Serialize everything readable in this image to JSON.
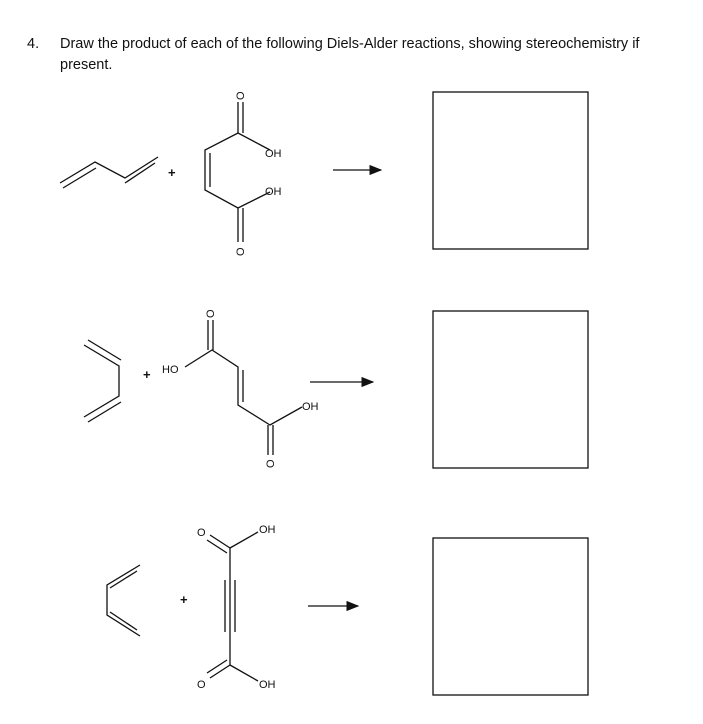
{
  "question": {
    "number": "4.",
    "text": "Draw the product of each of the following Diels-Alder reactions, showing stereochemistry if present."
  },
  "reactions": [
    {
      "plus": "+",
      "labels": {
        "oh_top": "OH",
        "oh_bottom": "OH",
        "o_top": "O",
        "o_bottom": "O"
      }
    },
    {
      "plus": "+",
      "labels": {
        "ho_left": "HO",
        "oh_right": "OH",
        "o_top": "O",
        "o_bottom": "O"
      }
    },
    {
      "plus": "+",
      "labels": {
        "oh_top": "OH",
        "oh_bottom": "OH",
        "o_top": "O",
        "o_bottom": "O"
      }
    }
  ]
}
